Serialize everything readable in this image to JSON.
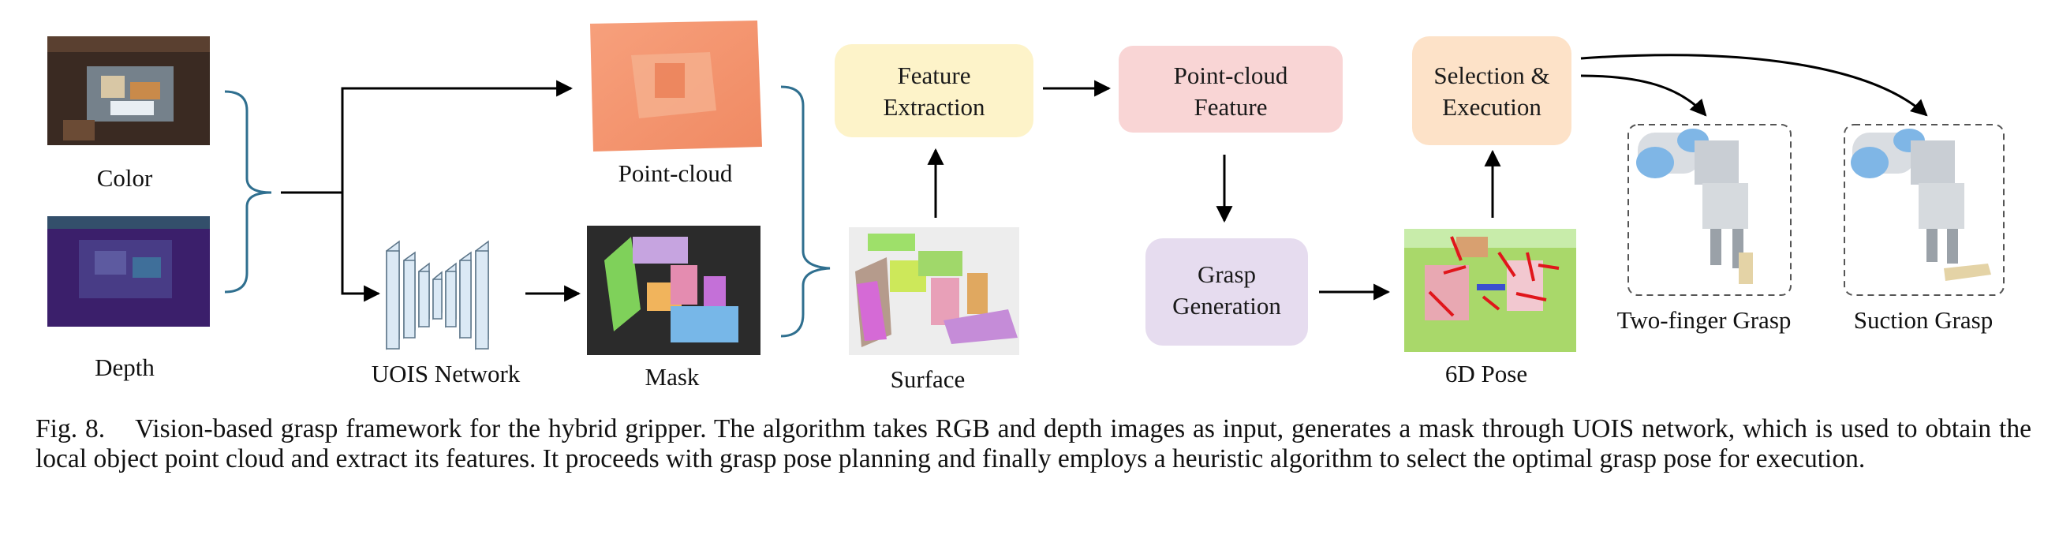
{
  "labels": {
    "color": "Color",
    "depth": "Depth",
    "uois": "UOIS Network",
    "pointcloud": "Point-cloud",
    "mask": "Mask",
    "surface": "Surface",
    "pose": "6D Pose",
    "two_finger": "Two-finger Grasp",
    "suction": "Suction Grasp"
  },
  "boxes": {
    "feature_extraction": [
      "Feature",
      "Extraction"
    ],
    "pointcloud_feature": [
      "Point-cloud",
      "Feature"
    ],
    "grasp_generation": [
      "Grasp",
      "Generation"
    ],
    "selection_execution": [
      "Selection &",
      "Execution"
    ]
  },
  "colors": {
    "feature_extraction": "#fdf3c9",
    "pointcloud_feature": "#f9d5d5",
    "grasp_generation": "#e6dcef",
    "selection_execution": "#fde2c8",
    "brace": "#2f6f8f",
    "uois_blocks": "#dbe9f5"
  },
  "caption": {
    "fig": "Fig. 8.",
    "text": "Vision-based grasp framework for the hybrid gripper. The algorithm takes RGB and depth images as input, generates a mask through UOIS network, which is used to obtain the local object point cloud and extract its features. It proceeds with grasp pose planning and finally employs a heuristic algorithm to select the optimal grasp pose for execution."
  }
}
